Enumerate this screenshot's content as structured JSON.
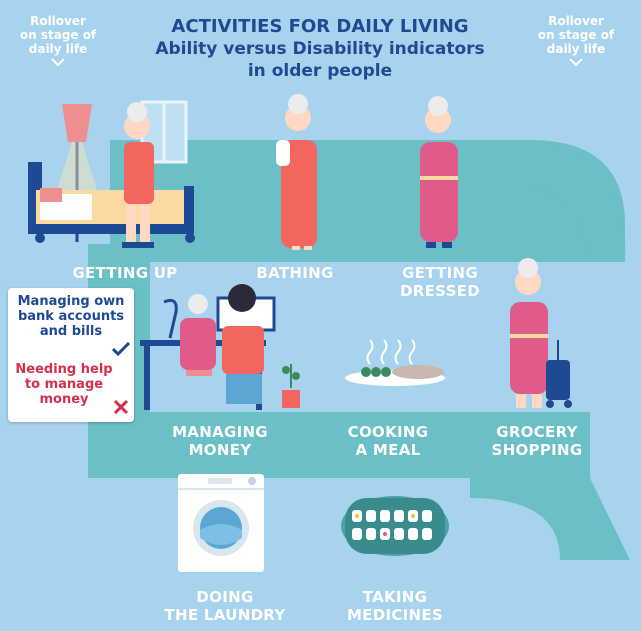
{
  "header": {
    "title_line1": "ACTIVITIES FOR DAILY LIVING",
    "title_line2": "Ability versus Disability indicators",
    "title_line3": "in older people"
  },
  "hint": {
    "left": [
      "Rollover",
      "on stage of",
      "daily life"
    ],
    "right": [
      "Rollover",
      "on stage of",
      "daily life"
    ]
  },
  "activities": [
    {
      "id": "getting-up",
      "lines": [
        "GETTING UP"
      ]
    },
    {
      "id": "bathing",
      "lines": [
        "BATHING"
      ]
    },
    {
      "id": "getting-dressed",
      "lines": [
        "GETTING",
        "DRESSED"
      ]
    },
    {
      "id": "managing-money",
      "lines": [
        "MANAGING",
        "MONEY"
      ]
    },
    {
      "id": "cooking-a-meal",
      "lines": [
        "COOKING",
        "A MEAL"
      ]
    },
    {
      "id": "grocery-shopping",
      "lines": [
        "GROCERY",
        "SHOPPING"
      ]
    },
    {
      "id": "doing-the-laundry",
      "lines": [
        "DOING",
        "THE LAUNDRY"
      ]
    },
    {
      "id": "taking-medicines",
      "lines": [
        "TAKING",
        "MEDICINES"
      ]
    }
  ],
  "popup": {
    "ability": [
      "Managing own",
      "bank accounts",
      "and bills"
    ],
    "disability": [
      "Needing help",
      "to manage",
      "money"
    ],
    "ability_icon": "check-icon",
    "disability_icon": "cross-icon"
  },
  "colors": {
    "background": "#a8d3ee",
    "path": "#6bbfc7",
    "title": "#1e4a94",
    "ability": "#1e4a94",
    "disability": "#d62f4b",
    "label": "#ffffff"
  }
}
